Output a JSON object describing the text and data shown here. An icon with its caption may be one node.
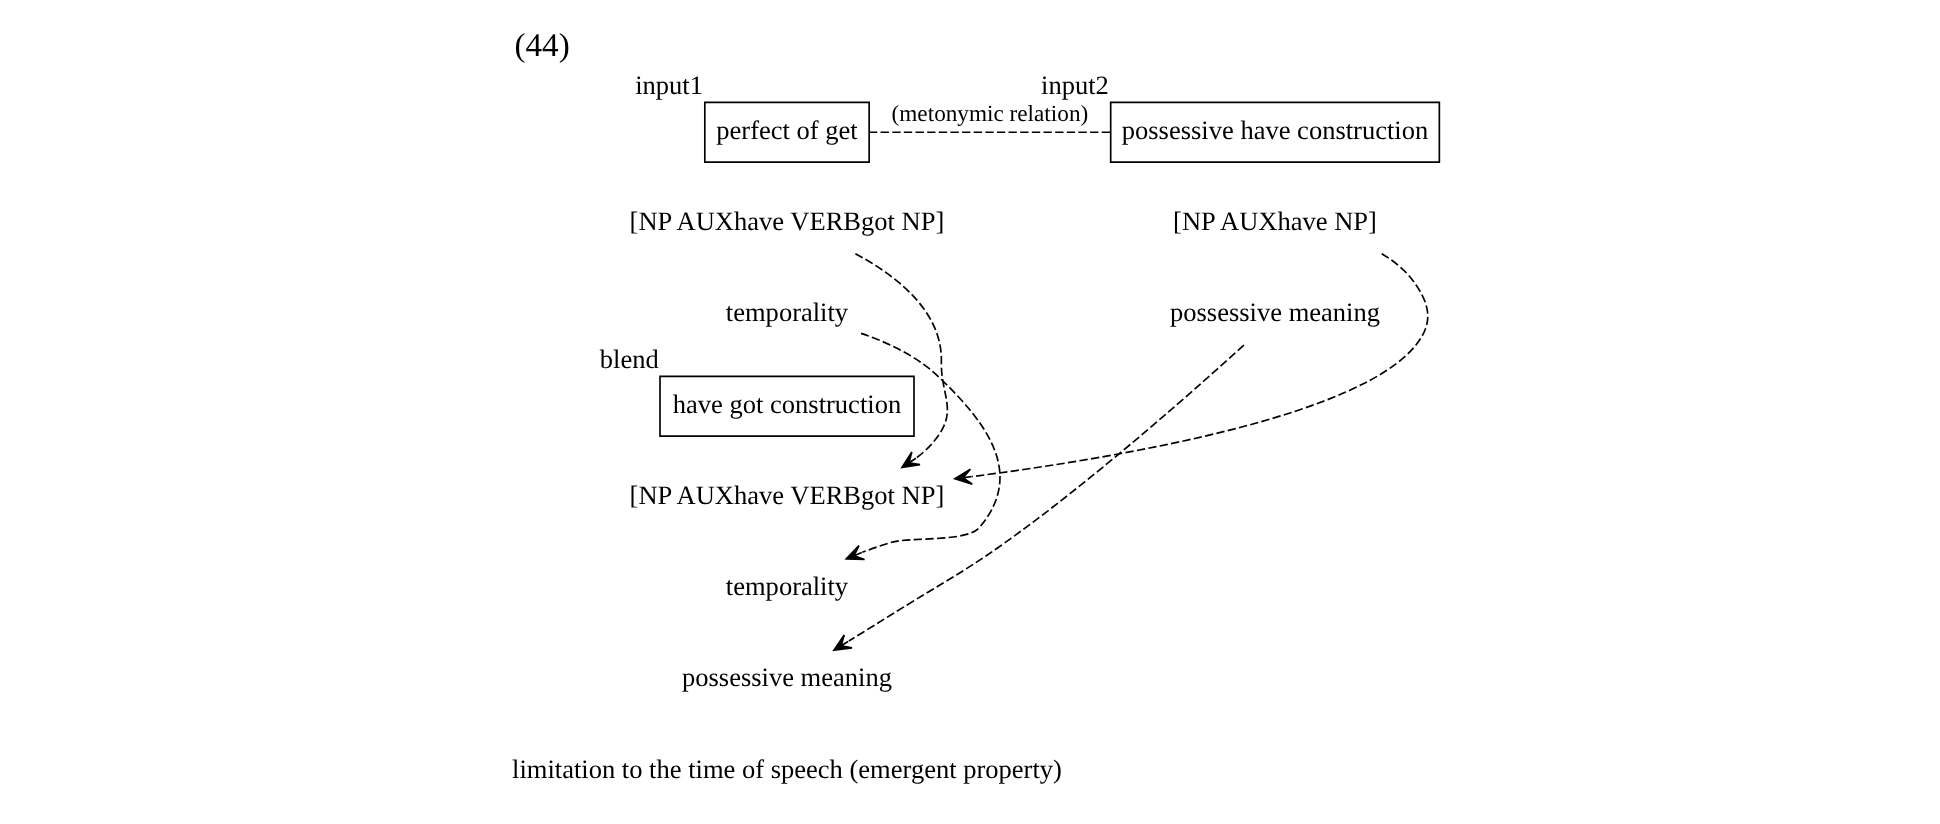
{
  "diagram": {
    "title": "(44)",
    "nodes": [
      {
        "text": [
          "perfect of get"
        ],
        "beside": [
          "input1"
        ]
      },
      {
        "text": [
          "possessive have construction"
        ],
        "beside": [
          "input2"
        ]
      },
      {
        "text": [
          "have got construction"
        ],
        "beside": [
          "blend"
        ]
      },
      {
        "text": [
          "[NP AUXhave VERBgot NP]"
        ]
      },
      {
        "text": [
          "temporality"
        ]
      },
      {
        "text": [
          "[NP AUXhave NP]"
        ]
      },
      {
        "text": [
          "possessive meaning"
        ]
      },
      {
        "text": [
          "[NP AUXhave VERBgot NP]"
        ]
      },
      {
        "text": [
          "temporality"
        ]
      },
      {
        "text": [
          "possessive meaning"
        ]
      },
      {
        "text": [
          "limitation to the time of speech (emergent property)"
        ]
      }
    ],
    "edges": [
      {
        "from": 0,
        "to": 1,
        "arrow": "none",
        "label": "(metonymic relation)",
        "style": "dashed"
      },
      {
        "from": 3,
        "to": 7,
        "arrow": "to",
        "style": "dashed"
      },
      {
        "from": 4,
        "to": 8,
        "arrow": "to",
        "style": "dashed"
      },
      {
        "from": 5,
        "to": 7,
        "arrow": "to",
        "style": "dashed"
      },
      {
        "from": 6,
        "to": 9,
        "arrow": "to",
        "style": "dashed"
      }
    ]
  }
}
